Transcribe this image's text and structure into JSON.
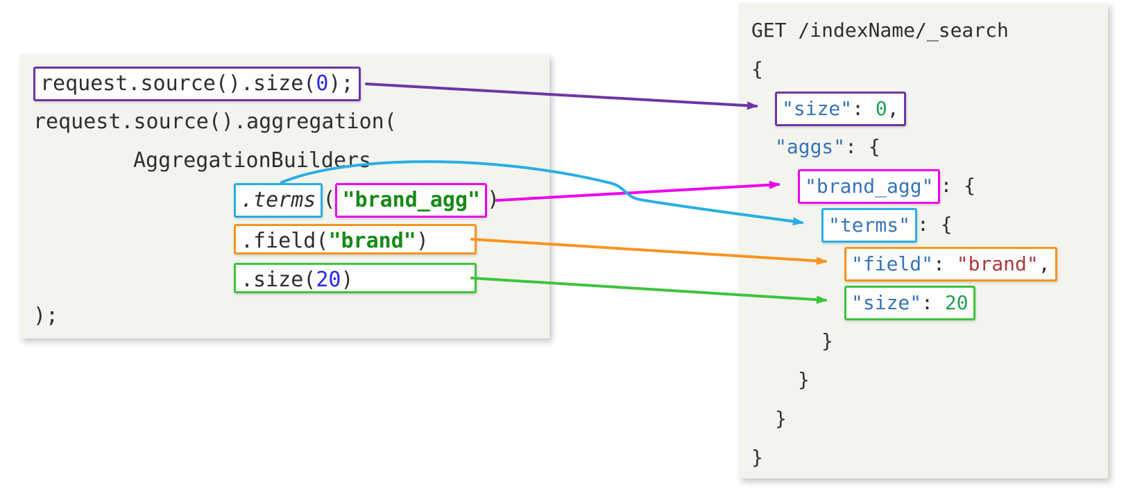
{
  "colors": {
    "purple": "#6f34a6",
    "magenta": "#ee00ee",
    "cyan": "#2aade4",
    "orange": "#f7941e",
    "green": "#3cc43c",
    "java_text": "#2e2e2e",
    "java_number": "#2727e8",
    "java_string": "#178a17",
    "json_key": "#3674b9",
    "json_number": "#22a055",
    "json_string": "#a93a3f",
    "panel_bg": "#f3f4ee"
  },
  "java_panel": {
    "l1": {
      "code": "request.source().size(",
      "num": "0",
      "close": ");"
    },
    "l2": "request.source().aggregation(",
    "l3": "AggregationBuilders",
    "l4": {
      "method": ".terms",
      "paren": "(",
      "str": "\"brand_agg\"",
      "close": ")"
    },
    "l5": {
      "method": ".field(",
      "str": "\"brand\"",
      "close": ")"
    },
    "l6": {
      "method": ".size(",
      "num": "20",
      "close": ")"
    },
    "l7": ");"
  },
  "json_panel": {
    "request_line": "GET /indexName/_search",
    "open_brace": "{",
    "size_line": {
      "key": "\"size\"",
      "colon": ": ",
      "value": "0",
      "comma": ","
    },
    "aggs_line": {
      "key": "\"aggs\"",
      "rest": ": {"
    },
    "brand_agg_line": {
      "key": "\"brand_agg\"",
      "rest": ": {"
    },
    "terms_line": {
      "key": "\"terms\"",
      "rest": ": {"
    },
    "field_line": {
      "key": "\"field\"",
      "colon": ": ",
      "value": "\"brand\"",
      "comma": ","
    },
    "size20_line": {
      "key": "\"size\"",
      "colon": ": ",
      "value": "20"
    },
    "close1": "}",
    "close2": "}",
    "close3": "}",
    "close4": "}"
  }
}
